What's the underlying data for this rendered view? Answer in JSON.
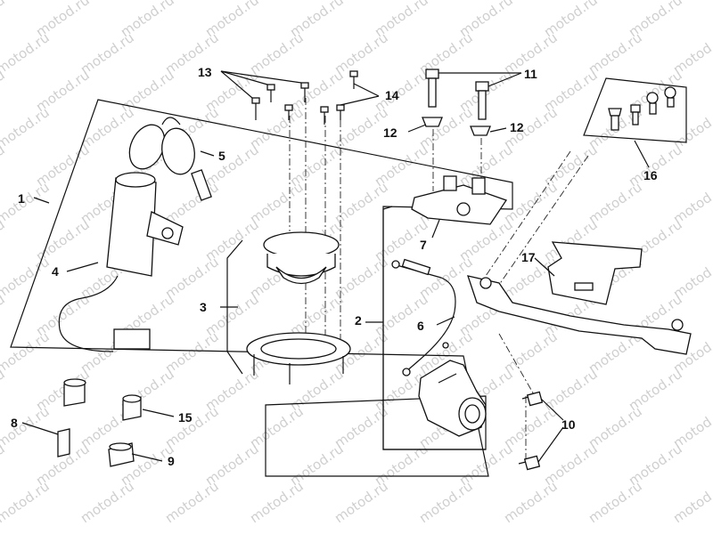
{
  "diagram": {
    "watermark": "motod.ru",
    "callouts": [
      "1",
      "2",
      "3",
      "4",
      "5",
      "6",
      "7",
      "8",
      "9",
      "10",
      "11",
      "12",
      "12",
      "13",
      "14",
      "15",
      "16",
      "17"
    ]
  }
}
